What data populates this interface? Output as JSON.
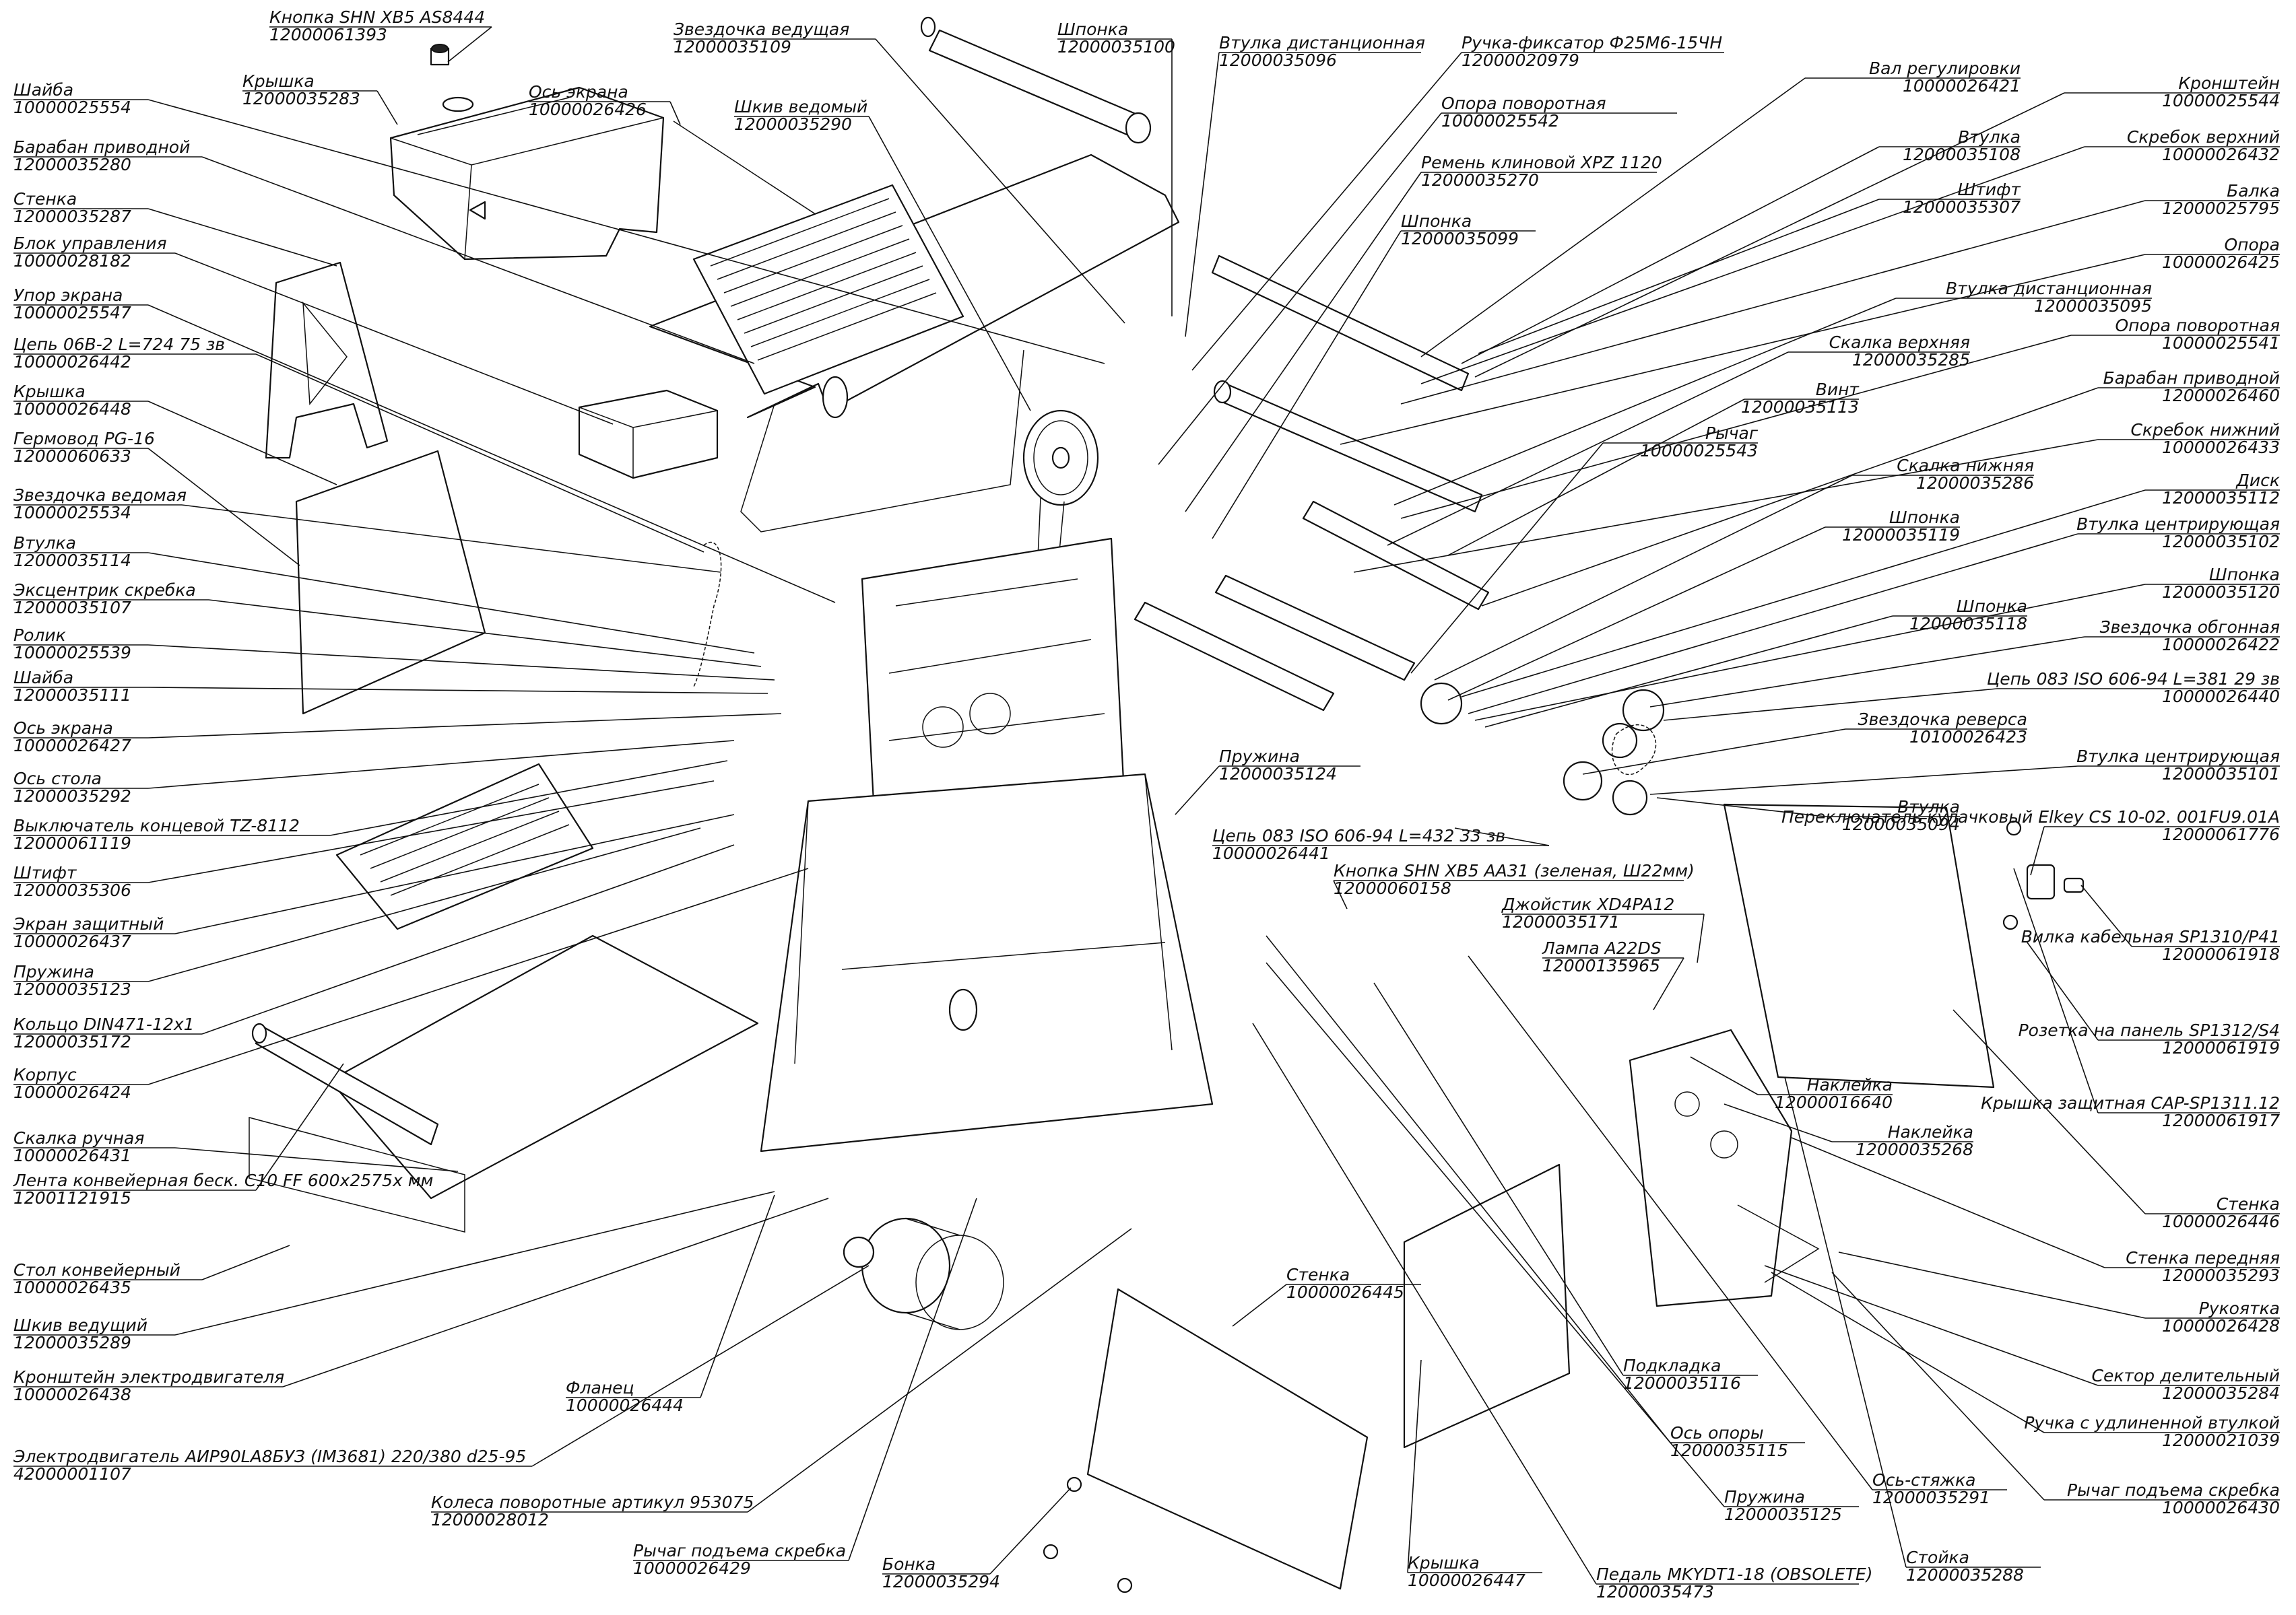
{
  "callouts": [
    {
      "id": "c01",
      "name": "Кнопка SHN XB5 AS8444",
      "code": "12000061393"
    },
    {
      "id": "c02",
      "name": "Крышка",
      "code": "12000035283"
    },
    {
      "id": "c03",
      "name": "Шайба",
      "code": "10000025554"
    },
    {
      "id": "c04",
      "name": "Ось экрана",
      "code": "10000026426"
    },
    {
      "id": "c05",
      "name": "Барабан приводной",
      "code": "12000035280"
    },
    {
      "id": "c06",
      "name": "Стенка",
      "code": "12000035287"
    },
    {
      "id": "c07",
      "name": "Блок управления",
      "code": "10000028182"
    },
    {
      "id": "c08",
      "name": "Упор экрана",
      "code": "10000025547"
    },
    {
      "id": "c09",
      "name": "Цепь 06В-2  L=724 75 зв",
      "code": "10000026442"
    },
    {
      "id": "c10",
      "name": "Крышка",
      "code": "10000026448"
    },
    {
      "id": "c11",
      "name": "Гермовод PG-16",
      "code": "12000060633"
    },
    {
      "id": "c12",
      "name": "Звездочка ведомая",
      "code": "10000025534"
    },
    {
      "id": "c13",
      "name": "Втулка",
      "code": "12000035114"
    },
    {
      "id": "c14",
      "name": "Эксцентрик скребка",
      "code": "12000035107"
    },
    {
      "id": "c15",
      "name": "Ролик",
      "code": "10000025539"
    },
    {
      "id": "c16",
      "name": "Шайба",
      "code": "12000035111"
    },
    {
      "id": "c17",
      "name": "Ось экрана",
      "code": "10000026427"
    },
    {
      "id": "c18",
      "name": "Ось стола",
      "code": "12000035292"
    },
    {
      "id": "c19",
      "name": "Выключатель концевой TZ-8112",
      "code": "12000061119"
    },
    {
      "id": "c20",
      "name": "Штифт",
      "code": "12000035306"
    },
    {
      "id": "c21",
      "name": "Экран защитный",
      "code": "10000026437"
    },
    {
      "id": "c22",
      "name": "Пружина",
      "code": "12000035123"
    },
    {
      "id": "c23",
      "name": "Кольцо DIN471-12х1",
      "code": "12000035172"
    },
    {
      "id": "c24",
      "name": "Корпус",
      "code": "10000026424"
    },
    {
      "id": "c25",
      "name": "Скалка ручная",
      "code": "10000026431"
    },
    {
      "id": "c26",
      "name": "Лента конвейерная беск. С10 FF 600х2575х мм",
      "code": "12001121915"
    },
    {
      "id": "c27",
      "name": "Стол конвейерный",
      "code": "10000026435"
    },
    {
      "id": "c28",
      "name": "Шкив ведущий",
      "code": "12000035289"
    },
    {
      "id": "c29",
      "name": "Кронштейн электродвигателя",
      "code": "10000026438"
    },
    {
      "id": "c30",
      "name": "Электродвигатель АИР90LA8БУЗ (IM3681) 220/380 d25-95",
      "code": "42000001107"
    },
    {
      "id": "c31",
      "name": "Звездочка ведущая",
      "code": "12000035109"
    },
    {
      "id": "c32",
      "name": "Шкив ведомый",
      "code": "12000035290"
    },
    {
      "id": "c33",
      "name": "Шпонка",
      "code": "12000035100"
    },
    {
      "id": "c34",
      "name": "Втулка дистанционная",
      "code": "12000035096"
    },
    {
      "id": "c35",
      "name": "Ручка-фиксатор Ф25М6-15ЧН",
      "code": "12000020979"
    },
    {
      "id": "c36",
      "name": "Опора поворотная",
      "code": "10000025542"
    },
    {
      "id": "c37",
      "name": "Ремень клиновой XPZ 1120",
      "code": "12000035270"
    },
    {
      "id": "c38",
      "name": "Шпонка",
      "code": "12000035099"
    },
    {
      "id": "c39",
      "name": "Вал регулировки",
      "code": "10000026421"
    },
    {
      "id": "c40",
      "name": "Втулка",
      "code": "12000035108"
    },
    {
      "id": "c41",
      "name": "Штифт",
      "code": "12000035307"
    },
    {
      "id": "c42",
      "name": "Кронштейн",
      "code": "10000025544"
    },
    {
      "id": "c43",
      "name": "Скребок верхний",
      "code": "10000026432"
    },
    {
      "id": "c44",
      "name": "Балка",
      "code": "12000025795"
    },
    {
      "id": "c45",
      "name": "Опора",
      "code": "10000026425"
    },
    {
      "id": "c46",
      "name": "Втулка дистанционная",
      "code": "12000035095"
    },
    {
      "id": "c47",
      "name": "Опора поворотная",
      "code": "10000025541"
    },
    {
      "id": "c48",
      "name": "Скалка верхняя",
      "code": "12000035285"
    },
    {
      "id": "c49",
      "name": "Барабан приводной",
      "code": "12000026460"
    },
    {
      "id": "c50",
      "name": "Винт",
      "code": "12000035113"
    },
    {
      "id": "c51",
      "name": "Скребок нижний",
      "code": "10000026433"
    },
    {
      "id": "c52",
      "name": "Рычаг",
      "code": "10000025543"
    },
    {
      "id": "c53",
      "name": "Скалка нижняя",
      "code": "12000035286"
    },
    {
      "id": "c54",
      "name": "Диск",
      "code": "12000035112"
    },
    {
      "id": "c55",
      "name": "Шпонка",
      "code": "12000035119"
    },
    {
      "id": "c56",
      "name": "Втулка центрирующая",
      "code": "12000035102"
    },
    {
      "id": "c57",
      "name": "Шпонка",
      "code": "12000035120"
    },
    {
      "id": "c58",
      "name": "Шпонка",
      "code": "12000035118"
    },
    {
      "id": "c59",
      "name": "Звездочка обгонная",
      "code": "10000026422"
    },
    {
      "id": "c60",
      "name": "Цепь 083 ISO 606-94  L=381 29 зв",
      "code": "10000026440"
    },
    {
      "id": "c61",
      "name": "Звездочка реверса",
      "code": "10100026423"
    },
    {
      "id": "c62",
      "name": "Втулка центрирующая",
      "code": "12000035101"
    },
    {
      "id": "c63",
      "name": "Пружина",
      "code": "12000035124"
    },
    {
      "id": "c64",
      "name": "Втулка",
      "code": "12000035094"
    },
    {
      "id": "c65",
      "name": "Переключатель кулачковый Elkey CS 10-02. 001FU9.01A",
      "code": "12000061776"
    },
    {
      "id": "c66",
      "name": "Цепь 083 ISO 606-94  L=432  33 зв",
      "code": "10000026441"
    },
    {
      "id": "c67",
      "name": "Кнопка SHN XB5 AA31 (зеленая, Ш22мм)",
      "code": "12000060158"
    },
    {
      "id": "c68",
      "name": "Джойстик XD4PA12",
      "code": "12000035171"
    },
    {
      "id": "c69",
      "name": "Лампа A22DS",
      "code": "12000135965"
    },
    {
      "id": "c70",
      "name": "Вилка кабельная SP1310/P41",
      "code": "12000061918"
    },
    {
      "id": "c71",
      "name": "Розетка на панель SP1312/S4",
      "code": "12000061919"
    },
    {
      "id": "c72",
      "name": "Наклейка",
      "code": "12000016640"
    },
    {
      "id": "c73",
      "name": "Наклейка",
      "code": "12000035268"
    },
    {
      "id": "c74",
      "name": "Крышка защитная CAP-SP1311.12",
      "code": "12000061917"
    },
    {
      "id": "c75",
      "name": "Стенка",
      "code": "10000026446"
    },
    {
      "id": "c76",
      "name": "Стенка передняя",
      "code": "12000035293"
    },
    {
      "id": "c77",
      "name": "Рукоятка",
      "code": "10000026428"
    },
    {
      "id": "c78",
      "name": "Сектор делительный",
      "code": "12000035284"
    },
    {
      "id": "c79",
      "name": "Ручка с удлиненной втулкой",
      "code": "12000021039"
    },
    {
      "id": "c80",
      "name": "Рычаг подъема скребка",
      "code": "10000026430"
    },
    {
      "id": "c81",
      "name": "Стенка",
      "code": "10000026445"
    },
    {
      "id": "c82",
      "name": "Фланец",
      "code": "10000026444"
    },
    {
      "id": "c83",
      "name": "Подкладка",
      "code": "12000035116"
    },
    {
      "id": "c84",
      "name": "Ось опоры",
      "code": "12000035115"
    },
    {
      "id": "c85",
      "name": "Колеса поворотные артикул 953075",
      "code": "12000028012"
    },
    {
      "id": "c86",
      "name": "Пружина",
      "code": "12000035125"
    },
    {
      "id": "c87",
      "name": "Ось-стяжка",
      "code": "12000035291"
    },
    {
      "id": "c88",
      "name": "Рычаг подъема скребка",
      "code": "10000026429"
    },
    {
      "id": "c89",
      "name": "Бонка",
      "code": "12000035294"
    },
    {
      "id": "c90",
      "name": "Крышка",
      "code": "10000026447"
    },
    {
      "id": "c91",
      "name": "Педаль MKYDT1-18 (OBSOLETE)",
      "code": "12000035473"
    },
    {
      "id": "c92",
      "name": "Стойка",
      "code": "12000035288"
    }
  ],
  "colors": {
    "line": "#111111",
    "background": "#ffffff"
  }
}
